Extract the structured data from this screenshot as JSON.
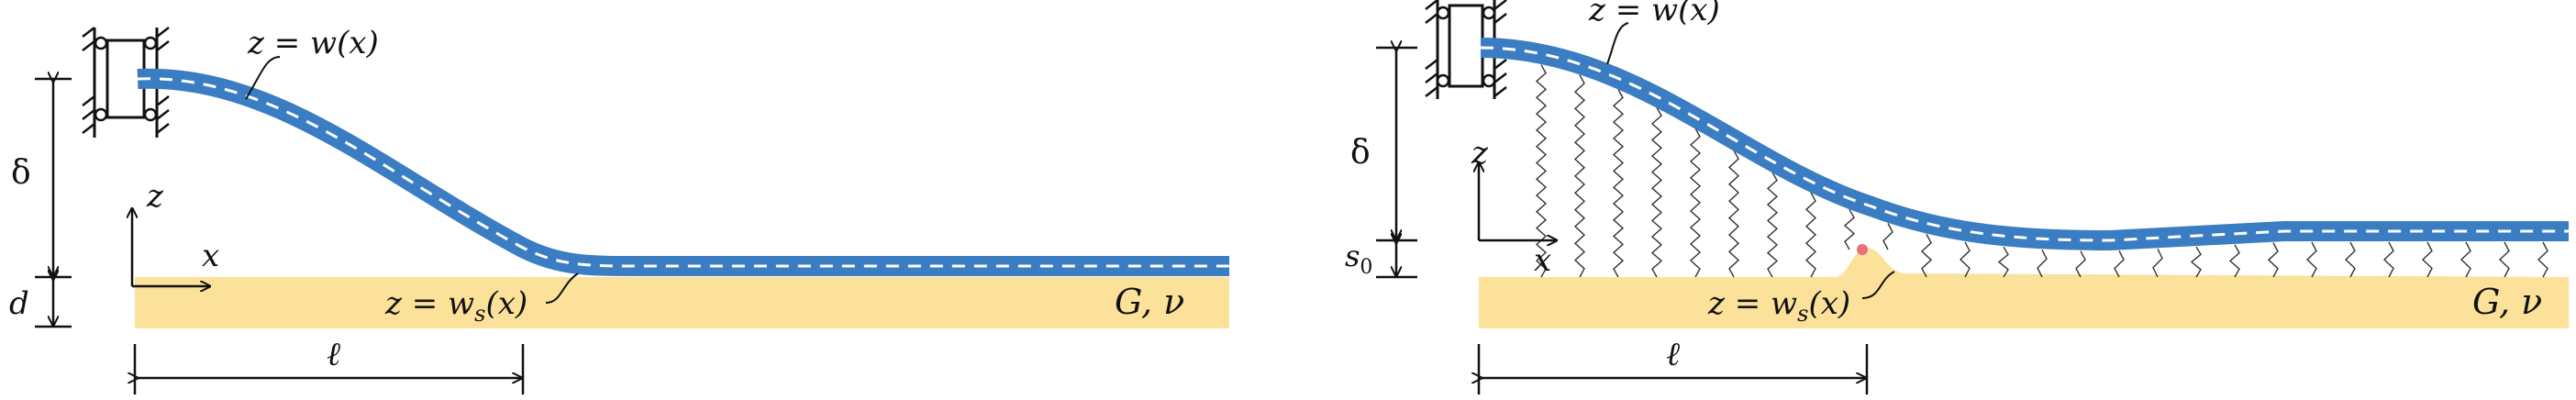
{
  "colors": {
    "beam": "#3a7dc3",
    "beam_centerline": "#ffffff",
    "substrate": "#fbe199",
    "ink": "#111111",
    "contact_dot": "#e8707a"
  },
  "left": {
    "beam_label": "z = w(x)",
    "surface_label": "z = w",
    "surface_sub": "s",
    "surface_tail": "(x)",
    "delta": "δ",
    "d": "d",
    "ell": "ℓ",
    "axis_z": "z",
    "axis_x": "x",
    "material": "G,  ν"
  },
  "right": {
    "beam_label": "z = w(x)",
    "surface_label": "z = w",
    "surface_sub": "s",
    "surface_tail": "(x)",
    "delta": "δ",
    "s0_main": "s",
    "s0_sub": "0",
    "ell": "ℓ",
    "axis_z": "z",
    "axis_x": "x",
    "material": "G,  ν"
  }
}
